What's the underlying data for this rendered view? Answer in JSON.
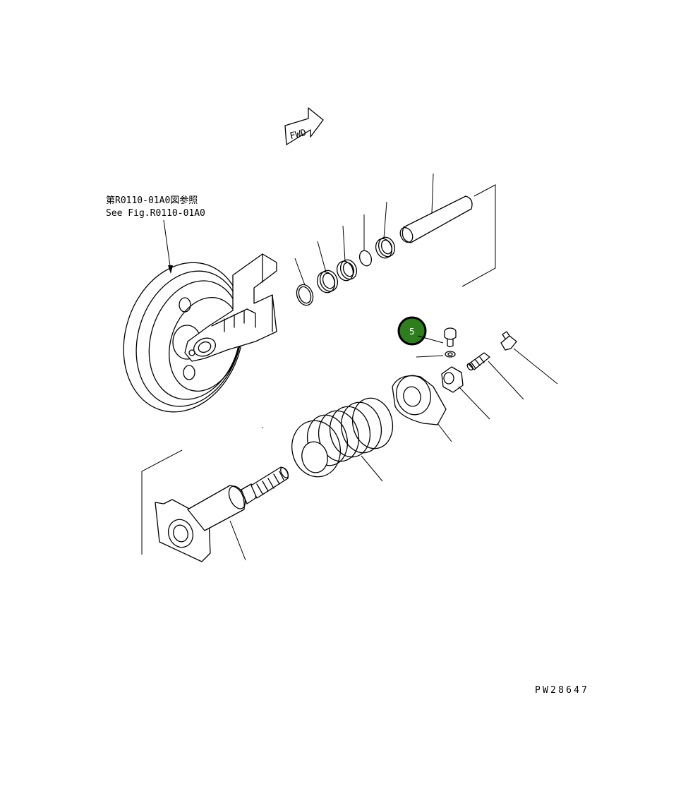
{
  "diagram": {
    "fwd_label": "FWD",
    "reference_line_jp": "第R0110-01A0図参照",
    "reference_line_en": "See Fig.R0110-01A0",
    "drawing_id": "PW28647",
    "callout": {
      "number": "5",
      "fill_color": "#2e7d1f"
    }
  },
  "icons": [
    "fwd-arrow-icon"
  ]
}
